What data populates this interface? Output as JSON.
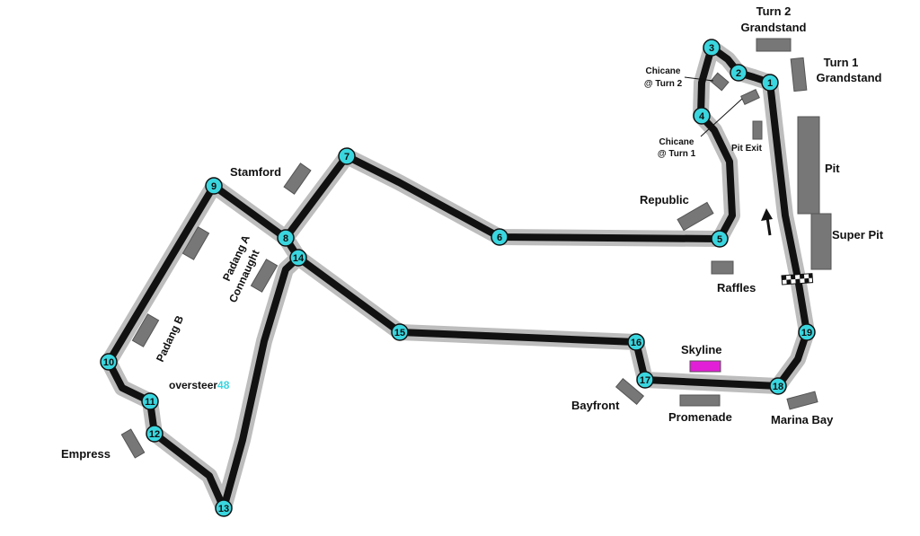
{
  "colors": {
    "track": "#111111",
    "track_outline": "#bdbdbd",
    "turn_marker": "#3ad6df",
    "stand": "#777777",
    "skyline": "#e11fd6",
    "brand_accent": "#3ad6df"
  },
  "turns": [
    "1",
    "2",
    "3",
    "4",
    "5",
    "6",
    "7",
    "8",
    "9",
    "10",
    "11",
    "12",
    "13",
    "14",
    "15",
    "16",
    "17",
    "18",
    "19"
  ],
  "labels": {
    "turn2_grandstand_l1": "Turn 2",
    "turn2_grandstand_l2": "Grandstand",
    "turn1_grandstand_l1": "Turn 1",
    "turn1_grandstand_l2": "Grandstand",
    "chicane_t2_l1": "Chicane",
    "chicane_t2_l2": "@ Turn 2",
    "chicane_t1_l1": "Chicane",
    "chicane_t1_l2": "@ Turn 1",
    "pit_exit": "Pit Exit",
    "pit": "Pit",
    "super_pit": "Super Pit",
    "republic": "Republic",
    "raffles": "Raffles",
    "stamford": "Stamford",
    "padang_a": "Padang A",
    "padang_b": "Padang B",
    "connaught": "Connaught",
    "skyline": "Skyline",
    "bayfront": "Bayfront",
    "promenade": "Promenade",
    "marina_bay": "Marina Bay",
    "empress": "Empress"
  },
  "brand": {
    "part1": "oversteer",
    "part2": "48"
  }
}
